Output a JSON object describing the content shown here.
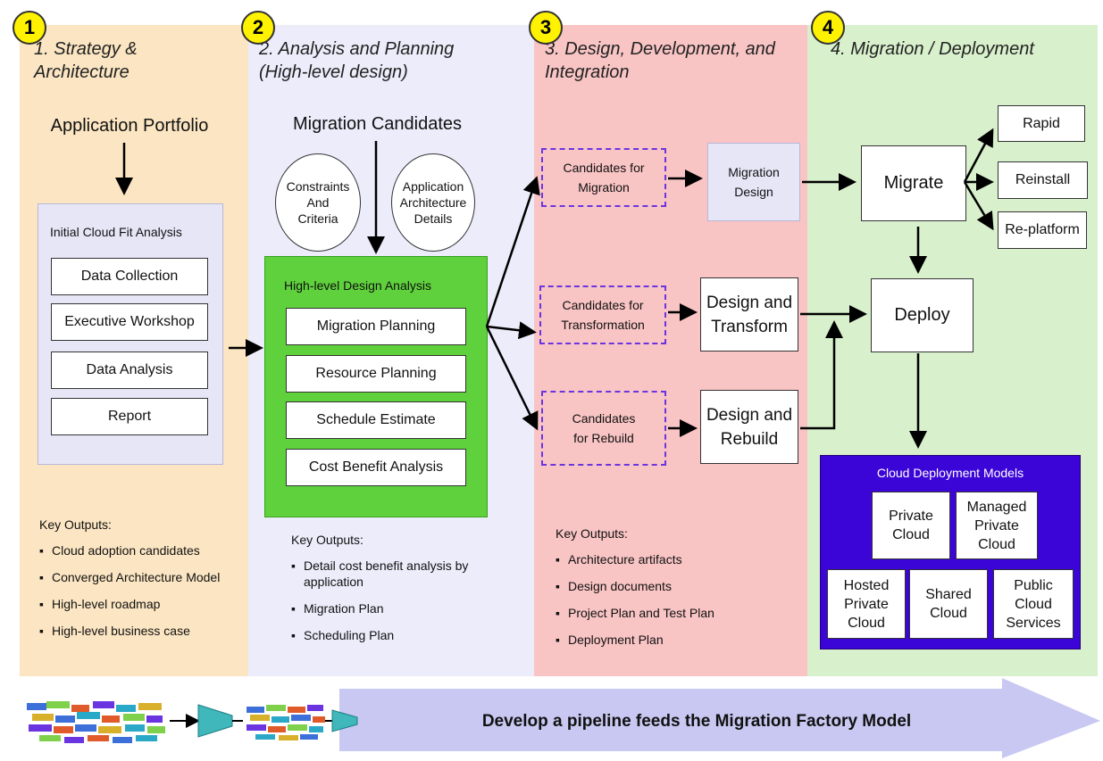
{
  "phases": [
    {
      "number": "1",
      "title": "1. Strategy &\nArchitecture"
    },
    {
      "number": "2",
      "title": "2. Analysis and Planning\n(High-level design)"
    },
    {
      "number": "3",
      "title": "3. Design, Development, and\nIntegration"
    },
    {
      "number": "4",
      "title": "4. Migration / Deployment"
    }
  ],
  "col1": {
    "heading": "Application Portfolio",
    "fit_title": "Initial Cloud Fit Analysis",
    "items": [
      "Data Collection",
      "Executive Workshop",
      "Data Analysis",
      "Report"
    ],
    "outputs_title": "Key Outputs:",
    "outputs": [
      "Cloud adoption candidates",
      "Converged Architecture Model",
      "High-level roadmap",
      "High-level business case"
    ]
  },
  "col2": {
    "heading": "Migration Candidates",
    "circle_left": "Constraints\nAnd\nCriteria",
    "circle_right": "Application\nArchitecture\nDetails",
    "analysis_title": "High-level Design Analysis",
    "items": [
      "Migration Planning",
      "Resource Planning",
      "Schedule Estimate",
      "Cost Benefit Analysis"
    ],
    "outputs_title": "Key Outputs:",
    "outputs": [
      "Detail cost benefit analysis by application",
      "Migration Plan",
      "Scheduling Plan"
    ]
  },
  "col3": {
    "candidates_migration": "Candidates for\nMigration",
    "candidates_transformation": "Candidates for\nTransformation",
    "candidates_rebuild": "Candidates\nfor Rebuild",
    "migration_design": "Migration\nDesign",
    "design_transform": "Design and\nTransform",
    "design_rebuild": "Design and\nRebuild",
    "outputs_title": "Key Outputs:",
    "outputs": [
      "Architecture artifacts",
      "Design documents",
      "Project Plan and Test Plan",
      "Deployment Plan"
    ]
  },
  "col4": {
    "migrate": "Migrate",
    "rapid": "Rapid",
    "reinstall": "Reinstall",
    "replatform": "Re-platform",
    "deploy": "Deploy",
    "models_title": "Cloud Deployment Models",
    "private_cloud": "Private\nCloud",
    "managed_private_cloud": "Managed\nPrivate\nCloud",
    "hosted_private_cloud": "Hosted\nPrivate\nCloud",
    "shared_cloud": "Shared\nCloud",
    "public_cloud_services": "Public\nCloud\nServices"
  },
  "banner": {
    "text": "Develop a pipeline feeds the Migration Factory Model"
  },
  "colors": {
    "col1_bg": "#fbe5c2",
    "col2_bg": "#ececfa",
    "col3_bg": "#f9c4c4",
    "col4_bg": "#d8f0cc",
    "fit_bg": "#e6e6f7",
    "analysis_bg": "#5fd13c",
    "models_bg": "#3c05d8",
    "migration_design_bg": "#e6e6f7",
    "badge": "#fff200",
    "banner_arrow": "#c8c8f2",
    "dashed_border": "#6a35e0"
  }
}
